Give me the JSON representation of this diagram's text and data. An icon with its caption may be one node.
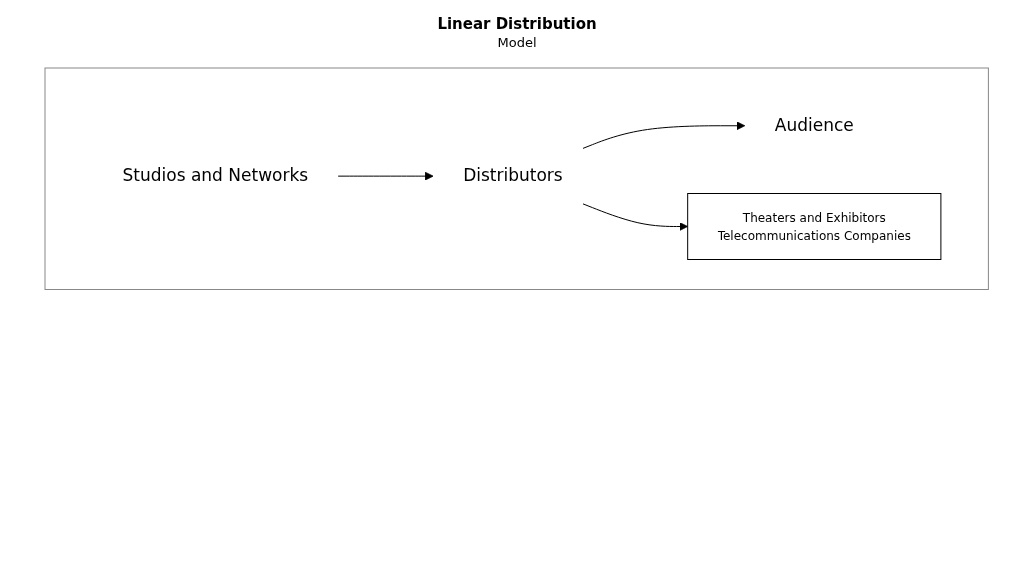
{
  "diagram": {
    "title": "Linear Distribution",
    "nodes": [
      {
        "text": [],
        "shape": "box"
      },
      {
        "text": [
          "Studios and Networks"
        ],
        "in": 0
      },
      {
        "text": [
          "Distributors"
        ],
        "in": 0
      },
      {
        "text": [
          "Audience"
        ],
        "in": 0
      },
      {
        "text": [
          "Theaters and Exhibitors",
          "Telecommunications Companies"
        ],
        "in": 0
      }
    ],
    "edges": [
      {
        "from": 1,
        "to": 2,
        "arrow": "to"
      },
      {
        "from": 2,
        "to": 3,
        "arrow": "to"
      },
      {
        "from": 2,
        "to": 4,
        "arrow": "to"
      }
    ],
    "labels": [
      "Model"
    ]
  }
}
